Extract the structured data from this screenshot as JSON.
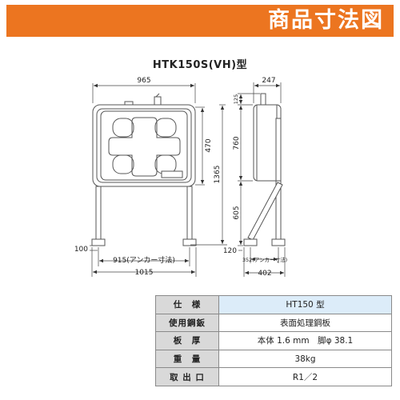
{
  "header": {
    "title": "商品寸法図",
    "color": "#ec7520"
  },
  "model": {
    "title": "HTK150S(VH)型"
  },
  "dimensions": {
    "front_width": "965",
    "side_depth": "247",
    "top_gap": "125",
    "tank_height": "470",
    "tank_body": "760",
    "total_height": "1365",
    "leg_height": "605",
    "foot_100": "100",
    "foot_120": "120",
    "anchor_front": "915(アンカー寸法)",
    "base_width": "1015",
    "anchor_side": "352(アンカー寸法)",
    "side_base": "402"
  },
  "spec_table": {
    "rows": [
      {
        "label": "仕　様",
        "value": "HT150 型"
      },
      {
        "label": "使用鋼鈑",
        "value": "表面処理鋼板"
      },
      {
        "label": "板　厚",
        "value": "本体 1.6 mm　脚φ 38.1"
      },
      {
        "label": "重　量",
        "value": "38kg"
      },
      {
        "label": "取 出 口",
        "value": "R1／2"
      }
    ]
  }
}
